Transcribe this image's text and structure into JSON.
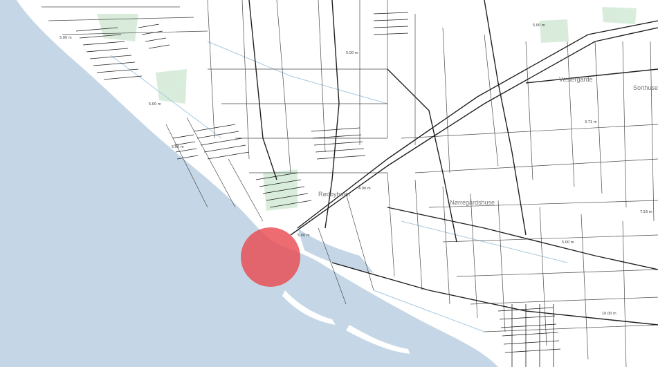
{
  "map": {
    "place_labels": [
      "Vestergårde",
      "Rødbyhavn",
      "Nørregårdshuse",
      "Sorthusene"
    ],
    "dimension_labels": [
      "5.00 m",
      "5.00 m",
      "5.00 m",
      "3.71 m",
      "7.53 m",
      "10.00 m",
      "5.00 m",
      "4.00 m",
      "5.00 m",
      "5.00 m",
      "5.00 m"
    ],
    "marker": {
      "color": "#e8474f",
      "opacity": 0.8
    },
    "colors": {
      "sea": "#c5d7e6",
      "land": "#ffffff",
      "roads": "#1f1f1f",
      "parcels": "#4a4a4a",
      "green": "#c9e5cd",
      "water_channels": "#a8c8de"
    }
  }
}
